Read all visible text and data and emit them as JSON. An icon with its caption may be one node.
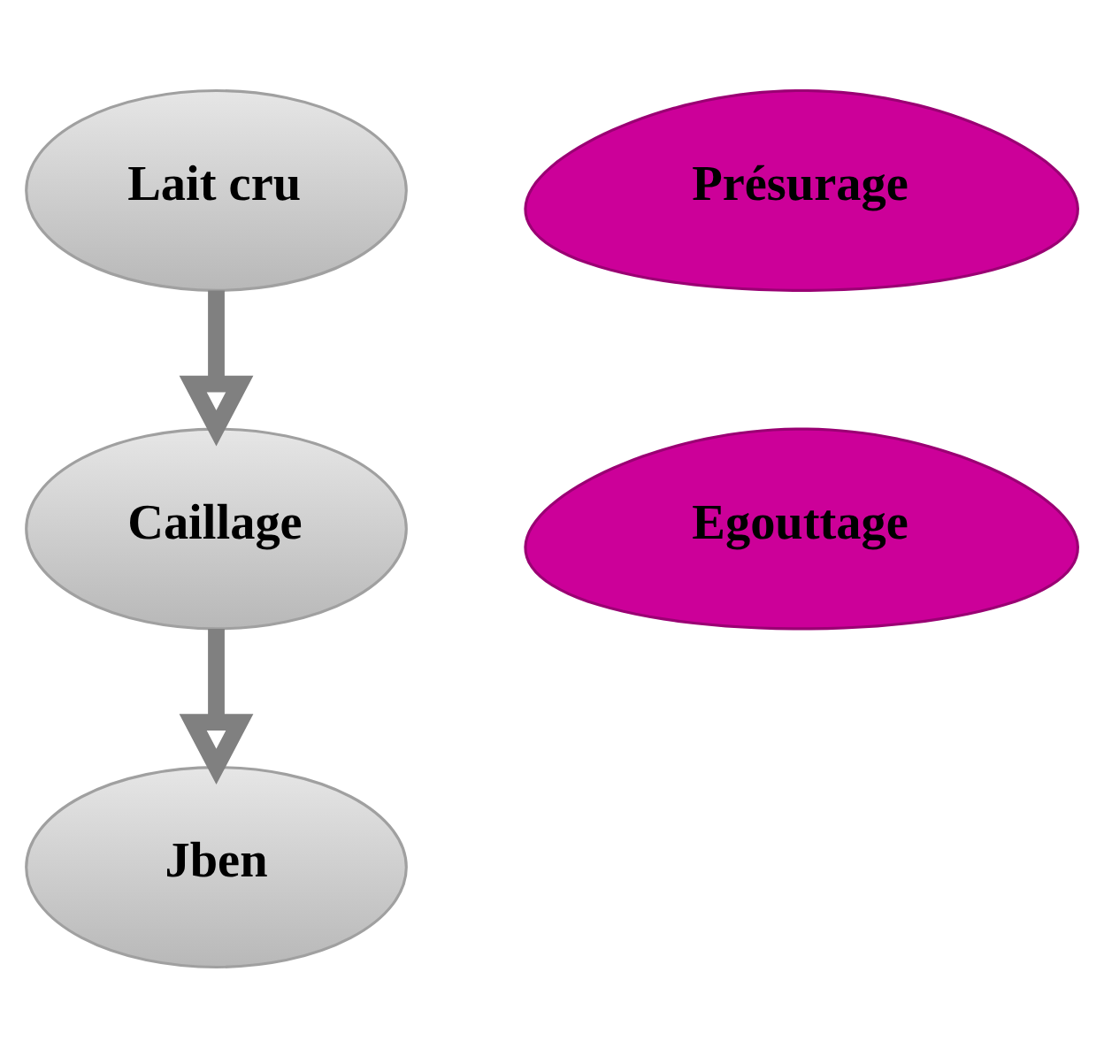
{
  "diagram": {
    "nodes": [
      {
        "text": [
          "Lait cru"
        ]
      },
      {
        "text": [
          "Présurage"
        ]
      },
      {
        "text": [
          "Caillage"
        ]
      },
      {
        "text": [
          "Egouttage"
        ]
      },
      {
        "text": [
          "Jben"
        ]
      }
    ],
    "edges": [
      {
        "from": 0,
        "to": 2,
        "arrow": "to"
      },
      {
        "from": 2,
        "to": 4,
        "arrow": "to"
      }
    ]
  }
}
